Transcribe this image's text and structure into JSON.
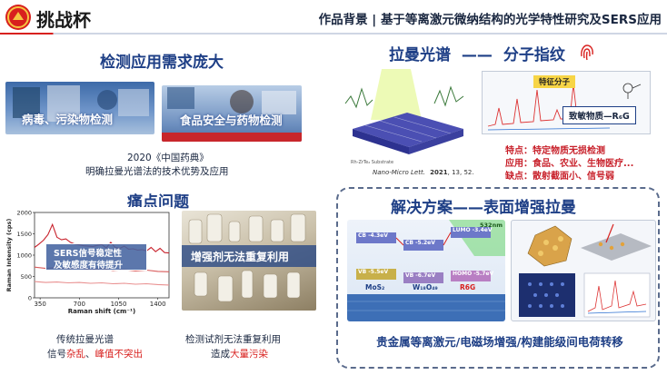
{
  "header": {
    "logo_text": "挑战杯",
    "title_prefix": "作品背景",
    "title_sep": "|",
    "title_main": "基于等离激元微纳结构的光学特性研究及SERS应用"
  },
  "section1": {
    "heading": "检测应用需求庞大",
    "img1_label": "病毒、污染物检测",
    "img2_label": "食品安全与药物检测",
    "img2_caption_strip": "",
    "caption_line1": "2020《中国药典》",
    "caption_line2": "明确拉曼光谱法的技术优势及应用"
  },
  "section2": {
    "heading": "拉曼光谱",
    "dash": "——",
    "heading2": "分子指纹",
    "citation_journal": "Nano-Micro Lett.",
    "citation_year": "2021",
    "citation_rest": ", 13, 52.",
    "panel_tag": "特征分子",
    "panel_formula": "致敏物质—R₆G",
    "feature_label": "特点：",
    "feature_text": "特定物质无损检测",
    "app_label": "应用：",
    "app_text": "食品、农业、生物医疗...",
    "defect_label": "缺点：",
    "defect_text": "散射截面小、信号弱"
  },
  "section3": {
    "heading": "痛点问题",
    "chart_overlay_line1": "SERS信号稳定性",
    "chart_overlay_line2": "及敏感度有待提升",
    "img_label": "增强剂无法重复利用",
    "caption_left_line1": "传统拉曼光谱",
    "caption_left_line2_a": "信号",
    "caption_left_line2_b": "杂乱",
    "caption_left_line2_c": "、",
    "caption_left_line2_d": "峰值不突出",
    "caption_right_line1": "检测试剂无法重复利用",
    "caption_right_line2_a": "造成",
    "caption_right_line2_b": "大量污染"
  },
  "section4": {
    "heading": "解决方案——表面增强拉曼",
    "footer": "贵金属等离激元/电磁场增强/构建能级间电荷转移",
    "energy_levels": [
      {
        "top": "CB",
        "top_val": "-4.3eV",
        "bot": "VB",
        "bot_val": "-5.5eV",
        "name": "MoS₂"
      },
      {
        "top": "CB",
        "top_val": "-5.2eV",
        "bot": "VB",
        "bot_val": "-6.7eV",
        "name": "W₁₈O₄₉"
      },
      {
        "top": "LUMO",
        "top_val": "-3.4eV",
        "bot": "HOMO",
        "bot_val": "-5.7eV",
        "name": "R6G"
      }
    ],
    "laser_label": "532nm"
  },
  "chart_data": {
    "type": "line",
    "title": "",
    "xlabel": "Raman shift (cm⁻¹)",
    "ylabel": "Raman Intensity (cps)",
    "xlim": [
      300,
      1500
    ],
    "ylim": [
      0,
      2000
    ],
    "xticks": [
      350,
      700,
      1050,
      1400
    ],
    "yticks": [
      0,
      500,
      1000,
      1500,
      2000
    ],
    "series": [
      {
        "name": "",
        "color": "#c8212b",
        "x": [
          300,
          340,
          380,
          420,
          460,
          500,
          540,
          580,
          620,
          660,
          700,
          740,
          780,
          820,
          860,
          900,
          940,
          980,
          1020,
          1060,
          1100,
          1140,
          1180,
          1220,
          1260,
          1300,
          1340,
          1380,
          1420,
          1460,
          1500
        ],
        "values": [
          1180,
          1260,
          1350,
          1480,
          1720,
          1420,
          1360,
          1380,
          1300,
          1260,
          1240,
          1220,
          1210,
          1200,
          1230,
          1250,
          1170,
          1300,
          1180,
          1160,
          1210,
          1140,
          1150,
          1120,
          1130,
          1100,
          1180,
          1080,
          1160,
          1060,
          1050
        ]
      },
      {
        "name": "",
        "color": "#d95a5a",
        "x": [
          300,
          400,
          500,
          600,
          700,
          800,
          900,
          1000,
          1100,
          1200,
          1300,
          1400,
          1500
        ],
        "values": [
          720,
          690,
          710,
          680,
          700,
          660,
          690,
          640,
          660,
          630,
          650,
          620,
          610
        ]
      },
      {
        "name": "",
        "color": "#e99090",
        "x": [
          300,
          400,
          500,
          600,
          700,
          800,
          900,
          1000,
          1100,
          1200,
          1300,
          1400,
          1500
        ],
        "values": [
          380,
          360,
          370,
          350,
          360,
          340,
          350,
          330,
          340,
          320,
          330,
          310,
          300
        ]
      }
    ]
  },
  "colors": {
    "accent_red": "#d8201e",
    "title_blue": "#1e3f86",
    "dash_border": "#5a6b8c"
  }
}
